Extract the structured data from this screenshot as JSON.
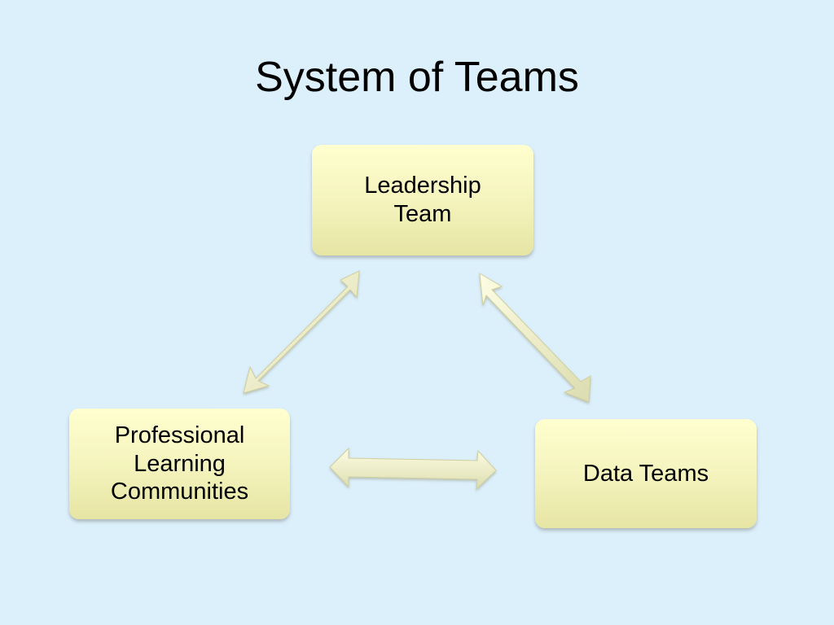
{
  "slide": {
    "title": "System of Teams"
  },
  "diagram": {
    "nodes": {
      "leadership": "Leadership\nTeam",
      "plc": "Professional\nLearning\nCommunities",
      "data": "Data Teams"
    },
    "edges": [
      {
        "from": "leadership",
        "to": "plc",
        "type": "bidirectional"
      },
      {
        "from": "leadership",
        "to": "data",
        "type": "bidirectional"
      },
      {
        "from": "plc",
        "to": "data",
        "type": "bidirectional"
      }
    ]
  }
}
